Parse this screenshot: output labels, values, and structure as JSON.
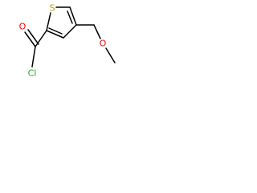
{
  "molecule": {
    "atoms": {
      "sulfur": "S",
      "ether_oxygen": "O",
      "carbonyl_oxygen": "O",
      "chlorine": "Cl"
    },
    "colors": {
      "sulfur": "#b3a200",
      "oxygen": "#ff0000",
      "chlorine": "#1fa81f",
      "bond": "#000000"
    }
  }
}
